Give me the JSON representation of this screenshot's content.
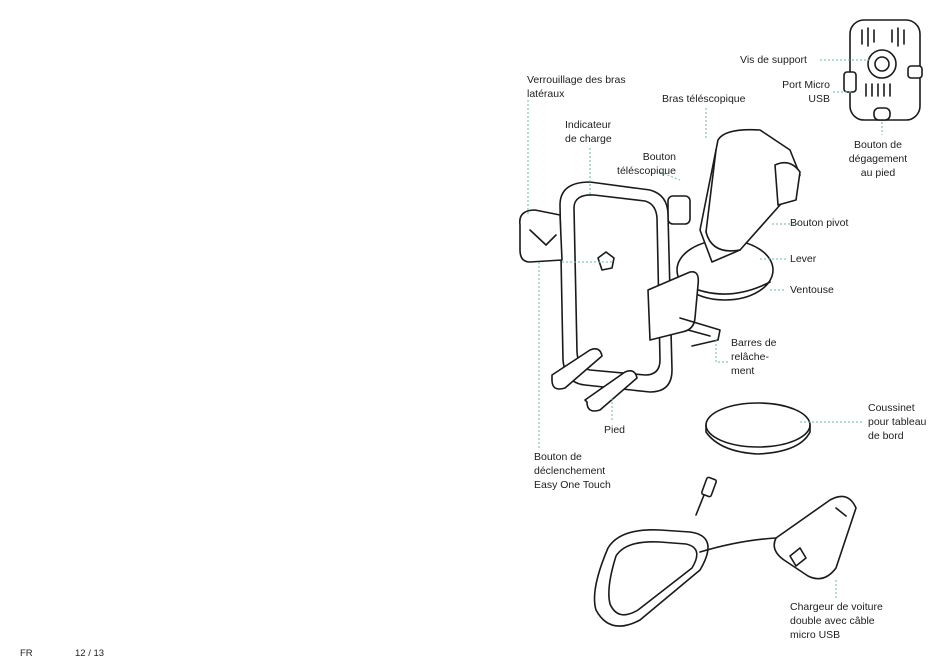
{
  "labels": {
    "verrouillage": "Verrouillage des bras\nlatéraux",
    "indicateur": "Indicateur\nde charge",
    "bouton_telescopique": "Bouton\ntéléscopique",
    "bras_telescopique": "Bras téléscopique",
    "vis_support": "Vis de support",
    "port_micro": "Port Micro\nUSB",
    "bouton_degagement": "Bouton de\ndégagement\nau pied",
    "bouton_pivot": "Bouton pivot",
    "lever": "Lever",
    "ventouse": "Ventouse",
    "barres": "Barres de\nrelâche-\nment",
    "coussinet": "Coussinet\npour tableau\nde bord",
    "pied": "Pied",
    "declenchement": "Bouton de\ndéclenchement\nEasy One Touch",
    "chargeur": "Chargeur de voiture\ndouble avec câble\nmicro USB"
  },
  "footer": {
    "lang": "FR",
    "page": "12 / 13"
  }
}
